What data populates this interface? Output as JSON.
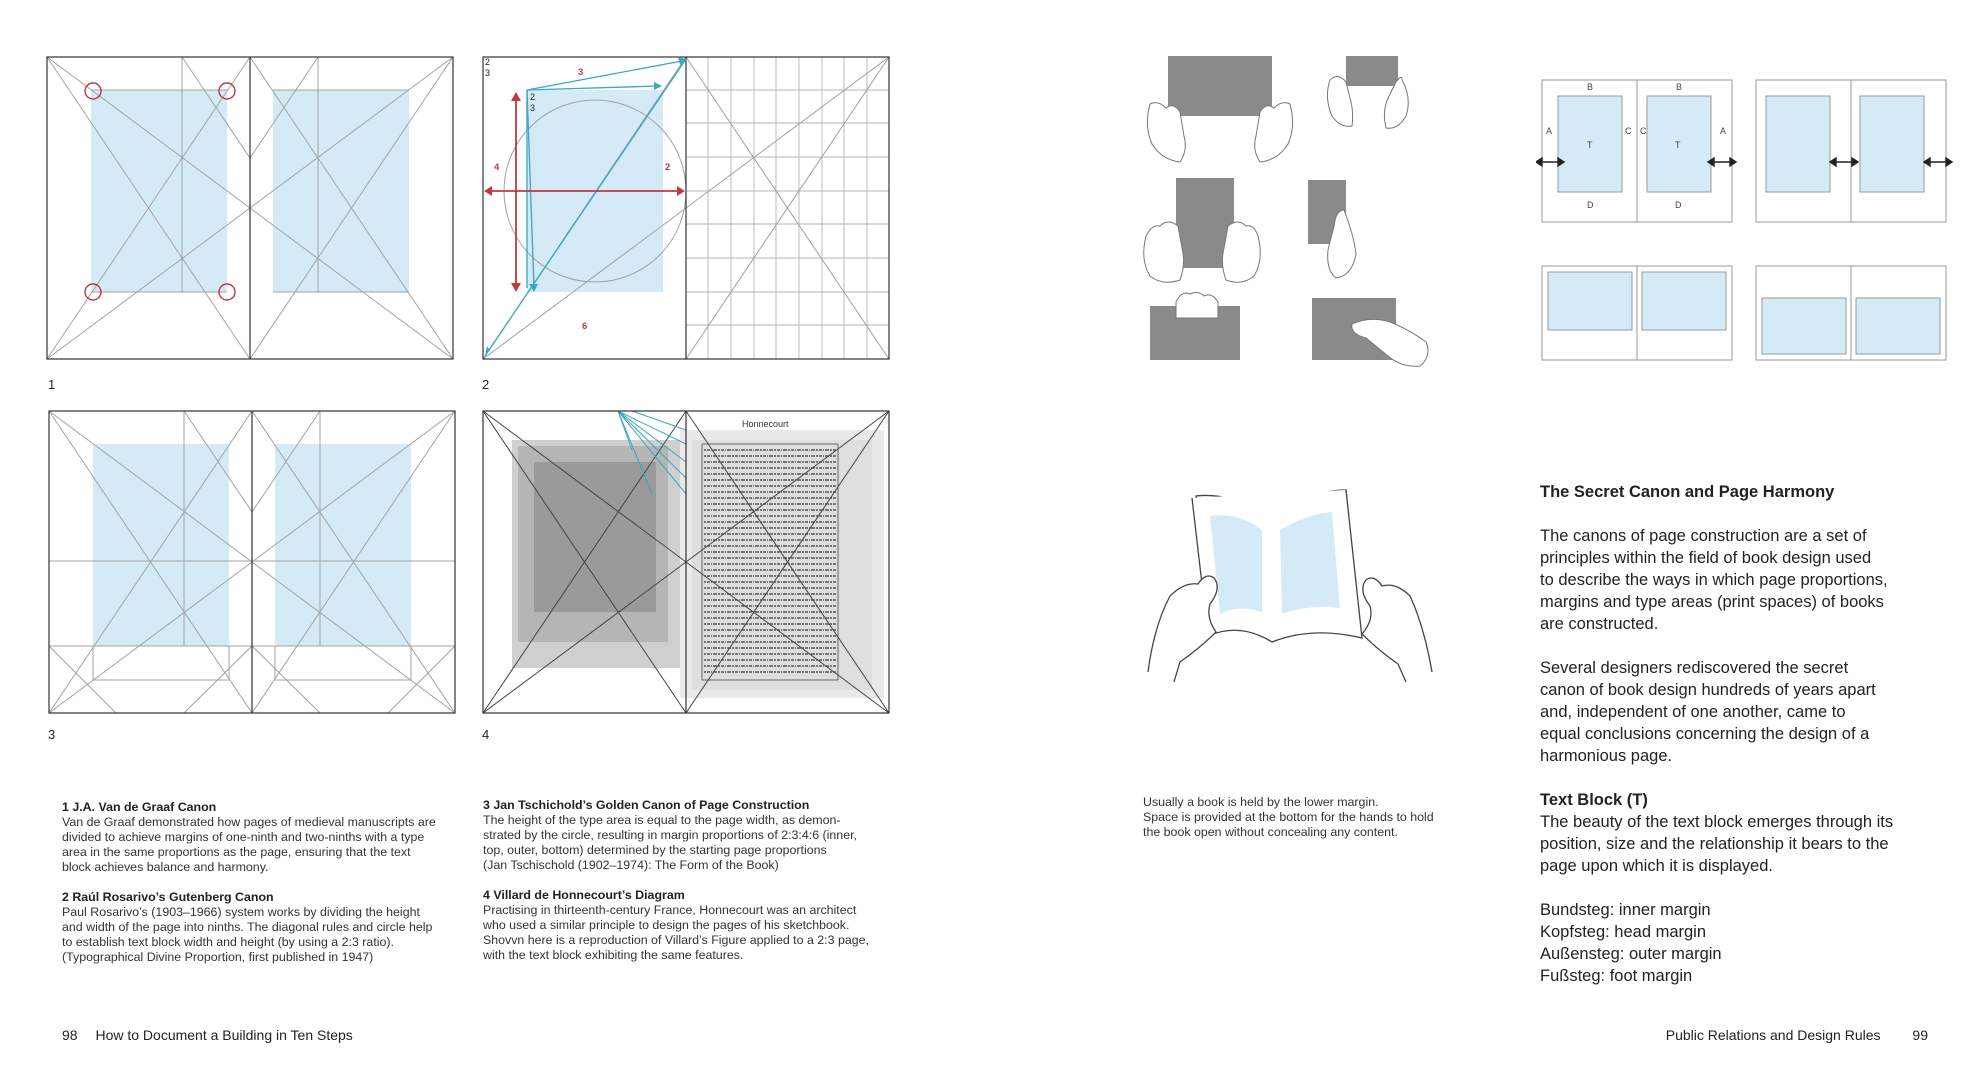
{
  "left_page": {
    "figure_numbers": [
      "1",
      "2",
      "3",
      "4"
    ],
    "fig2_labels": {
      "top_fraction_a": "2",
      "top_fraction_b": "3",
      "inner_fraction_a": "2",
      "inner_fraction_b": "3",
      "n3": "3",
      "n4": "4",
      "n2": "2",
      "n6": "6"
    },
    "fig4_manuscript_heading": "Honnecourt",
    "captions_col1": [
      {
        "title": "1 J.A. Van de Graaf Canon",
        "lines": [
          "Van de Graaf demonstrated how pages of medieval manuscripts are",
          "divided to achieve margins of one-ninth and two-ninths with a type",
          "area in the same proportions as the page, ensuring that the text",
          "block achieves balance and harmony."
        ]
      },
      {
        "title": "2 Raúl Rosarivo’s Gutenberg Canon",
        "lines": [
          "Paul Rosarivo’s (1903–1966) system works by dividing the height",
          "and width of the page into ninths. The diagonal rules and circle help",
          "to establish text block width and height (by using a 2:3 ratio).",
          "(Typographical Divine Proportion, first published in 1947)"
        ]
      }
    ],
    "captions_col2": [
      {
        "title": "3 Jan Tschichold’s Golden Canon of Page Construction",
        "lines": [
          "The height of the type area is equal to the page width, as demon-",
          "strated by the circle, resulting in margin proportions of 2:3:4:6 (inner,",
          "top, outer, bottom) determined by the starting page proportions",
          "(Jan Tschischold (1902–1974): The Form of the Book)"
        ]
      },
      {
        "title": "4 Villard de Honnecourt’s Diagram",
        "lines": [
          "Practising in thirteenth-century France, Honnecourt was an architect",
          "who used a similar principle to design the pages of his sketchbook.",
          "Shovvn here is a reproduction of Villard’s Figure applied to a 2:3 page,",
          "with the text block exhibiting the same features."
        ]
      }
    ],
    "footer": {
      "page_number": "98",
      "running_title": "How to Document a Building in Ten Steps"
    }
  },
  "right_page": {
    "hand_caption_lines": [
      "Usually a book is held by the lower margin.",
      "Space is provided at the bottom for the hands to hold",
      "the book open without concealing any content."
    ],
    "margin_labels": {
      "head": "B",
      "outer": "A",
      "inner": "C",
      "text": "T",
      "foot": "D"
    },
    "heading": "The Secret Canon and Page Harmony",
    "paragraph1_lines": [
      "The canons of page construction are a set of",
      "principles within the field of book design used",
      "to describe the ways in which page proportions,",
      "margins and type areas (print spaces) of books",
      "are constructed."
    ],
    "paragraph2_lines": [
      "Several designers rediscovered the secret",
      "canon of book design hundreds of years apart",
      "and, independent of one another, came to",
      "equal conclusions concerning the design of a",
      "harmonious page."
    ],
    "subheading": "Text Block (T)",
    "paragraph3_lines": [
      "The beauty of the text block emerges through its",
      "position, size and the relationship it bears to the",
      "page upon which it is displayed."
    ],
    "margin_terms": [
      "Bundsteg: inner margin",
      "Kopfsteg: head margin",
      "Außensteg: outer margin",
      "Fußsteg: foot margin"
    ],
    "footer": {
      "running_title": "Public Relations and Design Rules",
      "page_number": "99"
    }
  },
  "colors": {
    "light_blue": "#d4ebf7",
    "guide_line": "#a0a0a0",
    "frame": "#333333",
    "red": "#c0393f",
    "cyan": "#3aa6c8",
    "gray_block": "#8a8c89"
  }
}
